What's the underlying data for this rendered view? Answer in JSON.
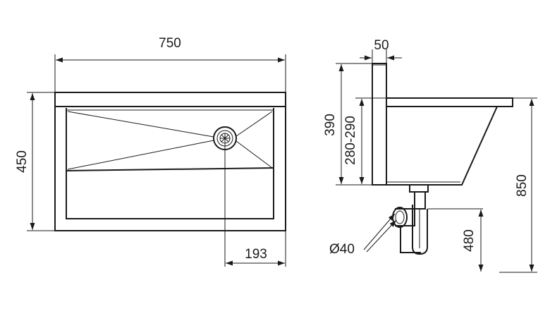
{
  "front_view": {
    "width_label": "750",
    "height_label": "450",
    "drain_offset_label": "193"
  },
  "side_view": {
    "depth_label": "50",
    "height_label": "390",
    "range_label": "280-290",
    "total_height_label": "850",
    "trap_height_label": "480",
    "diameter_label": "Ø40"
  }
}
